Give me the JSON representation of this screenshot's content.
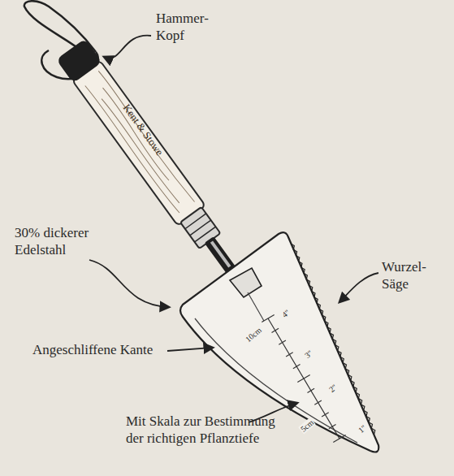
{
  "diagram": {
    "labels": [
      "Hammer- Kopf",
      "Kent & Stowe",
      "30% dickerer Edelstahl",
      "Wurzel- Säge",
      "Angeschliffene Kante",
      "10cm",
      "4\"",
      "3\"",
      "2\"",
      "5cm",
      "1\"",
      "Mit Skala zur Bestimmung der richtigen Pflanztiefe"
    ]
  }
}
